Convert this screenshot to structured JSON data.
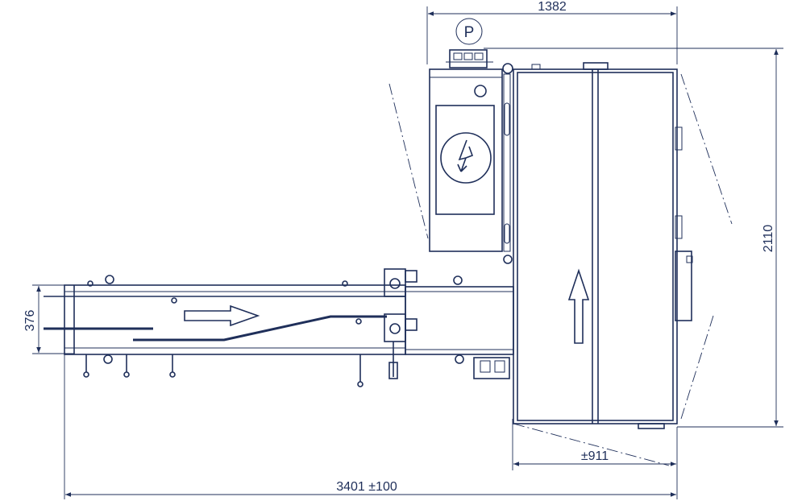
{
  "colors": {
    "stroke": "#1f2f5a",
    "background": "#ffffff"
  },
  "dimensions": {
    "top_width": "1382",
    "height": "2110",
    "conveyor_width": "376",
    "module_width": "±911",
    "total_length": "3401 ±100"
  },
  "markers": {
    "p": "P"
  },
  "icons": {
    "power": "lightning-bolt-icon",
    "flow_left": "arrow-right-icon",
    "flow_up": "arrow-up-icon"
  }
}
